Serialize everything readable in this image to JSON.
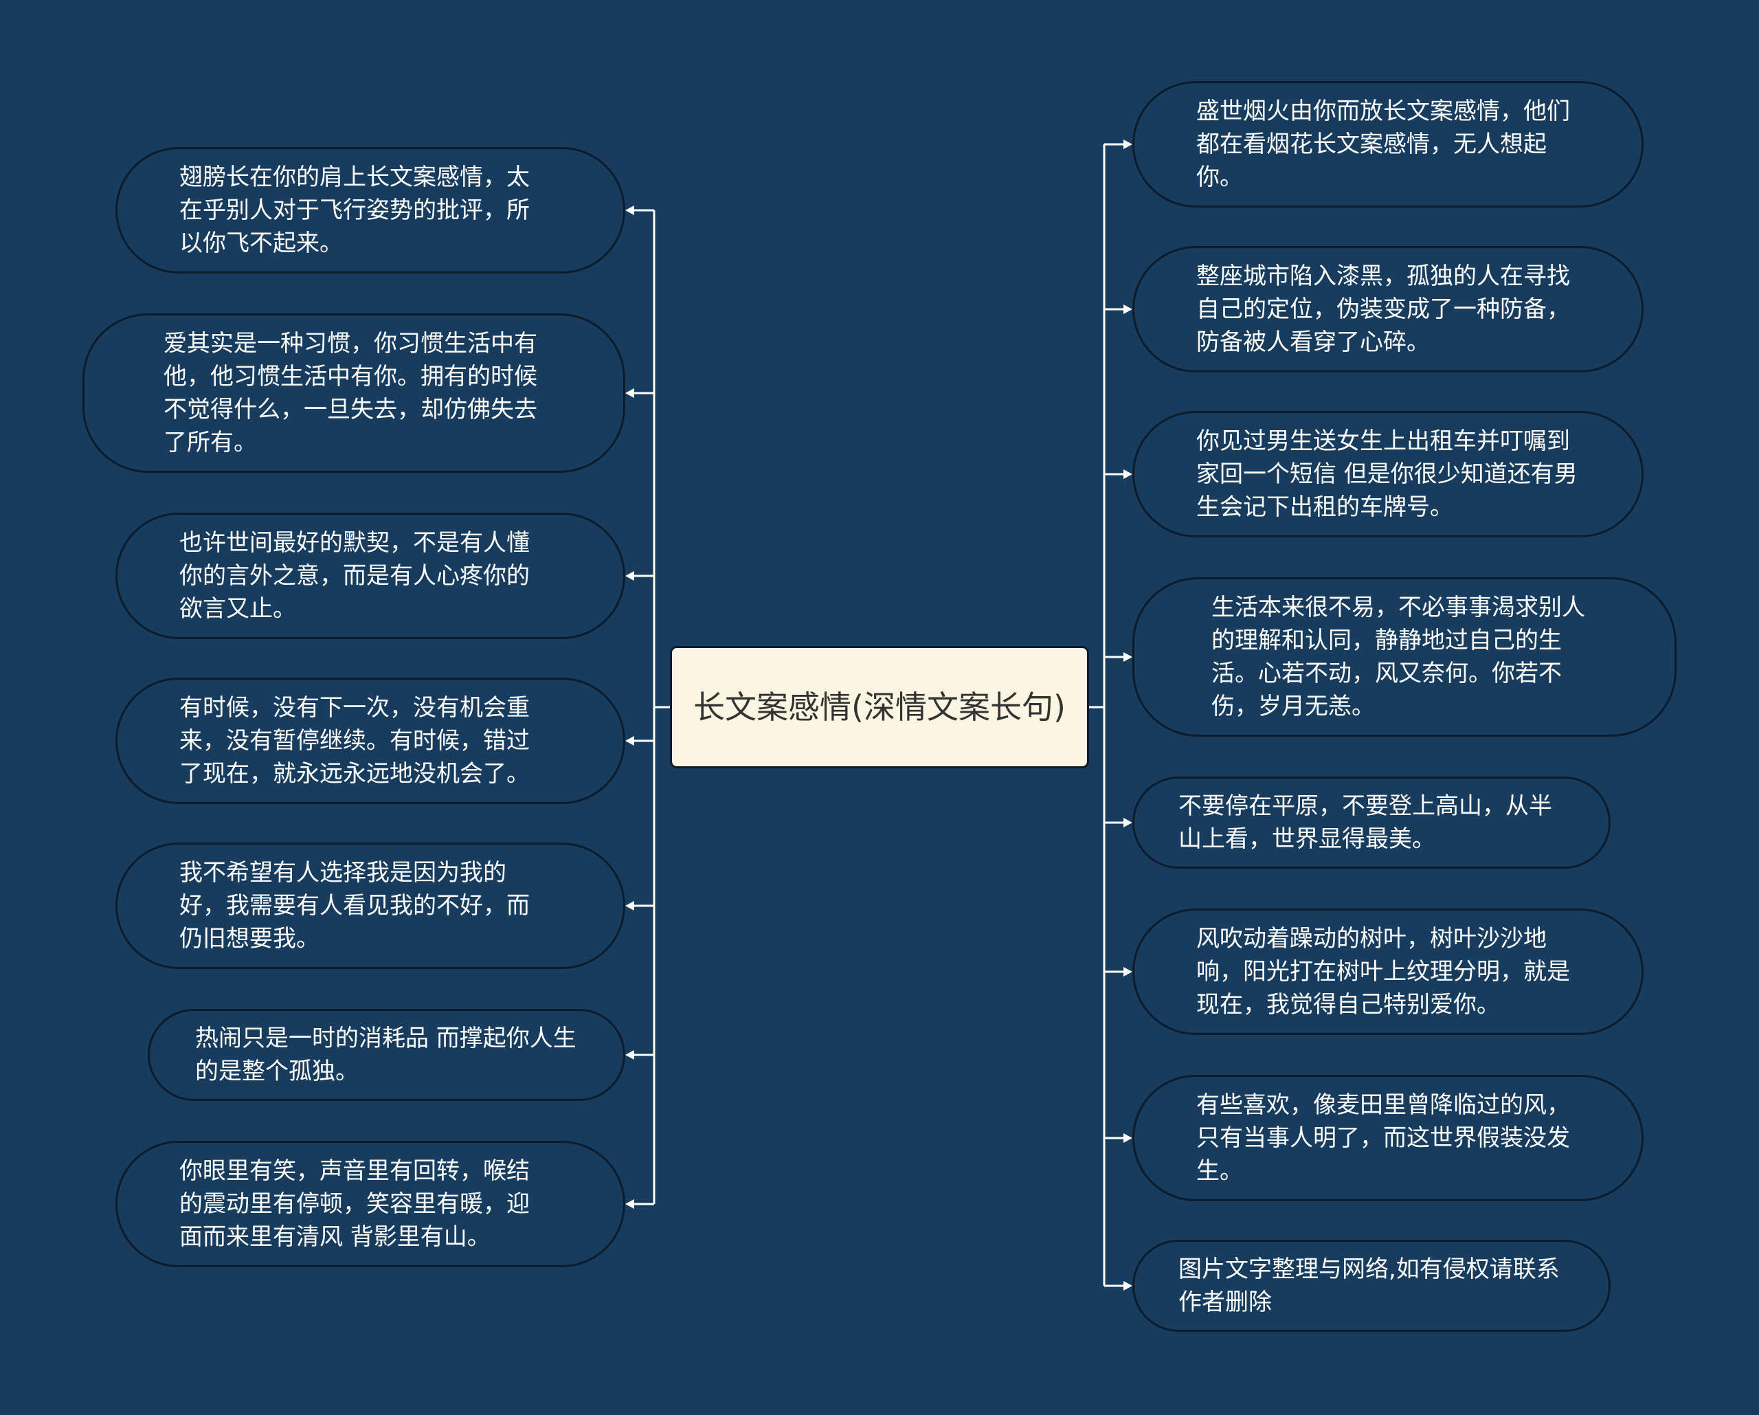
{
  "colors": {
    "background": "#173c5e",
    "node_border": "#0c1c2c",
    "center_fill": "#faf6e2",
    "connector": "#ffffff",
    "text_light": "#ffffff",
    "text_dark": "#333333"
  },
  "center": {
    "text": "长文案感情(深情文案长句)"
  },
  "left_nodes": [
    {
      "text": "翅膀长在你的肩上长文案感情，太在乎别人对于飞行姿势的批评，所以你飞不起来。"
    },
    {
      "text": "爱其实是一种习惯，你习惯生活中有他，他习惯生活中有你。拥有的时候不觉得什么，一旦失去，却仿佛失去了所有。"
    },
    {
      "text": "也许世间最好的默契，不是有人懂你的言外之意，而是有人心疼你的欲言又止。"
    },
    {
      "text": "有时候，没有下一次，没有机会重来，没有暂停继续。有时候，错过了现在，就永远永远地没机会了。"
    },
    {
      "text": "我不希望有人选择我是因为我的好，我需要有人看见我的不好，而仍旧想要我。"
    },
    {
      "text": "热闹只是一时的消耗品 而撑起你人生的是整个孤独。"
    },
    {
      "text": "你眼里有笑，声音里有回转，喉结的震动里有停顿，笑容里有暖，迎面而来里有清风 背影里有山。"
    }
  ],
  "right_nodes": [
    {
      "text": "盛世烟火由你而放长文案感情，他们都在看烟花长文案感情，无人想起你。"
    },
    {
      "text": "整座城市陷入漆黑，孤独的人在寻找自己的定位，伪装变成了一种防备，防备被人看穿了心碎。"
    },
    {
      "text": "你见过男生送女生上出租车并叮嘱到家回一个短信 但是你很少知道还有男生会记下出租的车牌号。"
    },
    {
      "text": "生活本来很不易，不必事事渴求别人的理解和认同，静静地过自己的生活。心若不动，风又奈何。你若不伤，岁月无恙。"
    },
    {
      "text": "不要停在平原，不要登上高山，从半山上看，世界显得最美。"
    },
    {
      "text": "风吹动着躁动的树叶，树叶沙沙地响，阳光打在树叶上纹理分明，就是现在，我觉得自己特别爱你。"
    },
    {
      "text": "有些喜欢，像麦田里曾降临过的风，只有当事人明了，而这世界假装没发生。"
    },
    {
      "text": "图片文字整理与网络,如有侵权请联系作者删除"
    }
  ]
}
